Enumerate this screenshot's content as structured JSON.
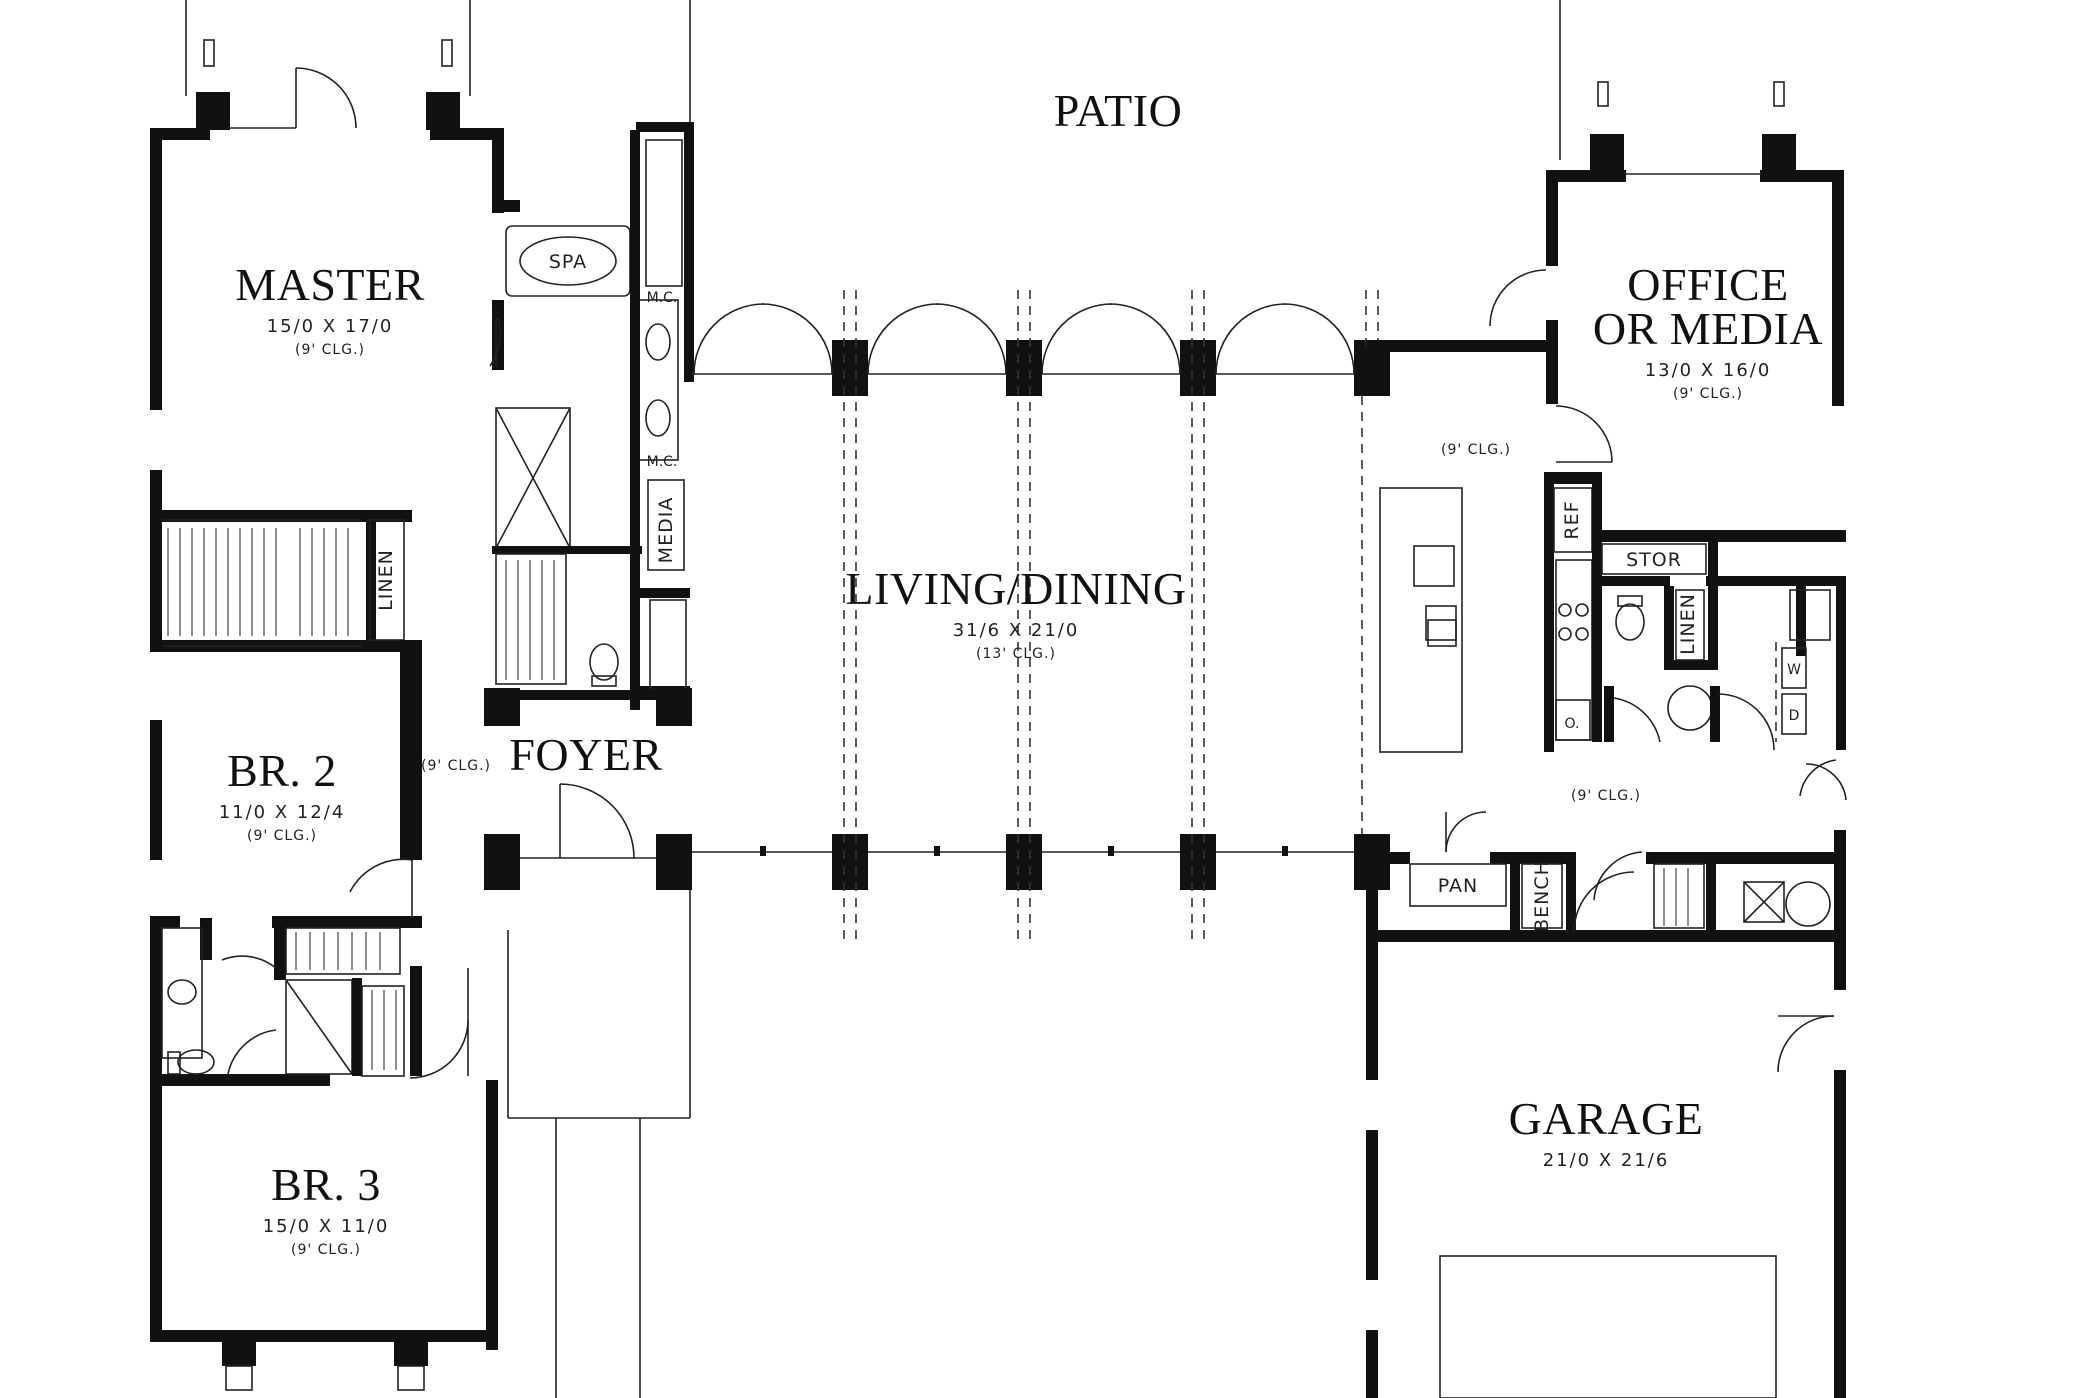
{
  "rooms": {
    "patio": {
      "name": "PATIO"
    },
    "master": {
      "name": "MASTER",
      "dimensions": "15/0 X 17/0",
      "ceiling": "(9' CLG.)"
    },
    "living_dining": {
      "name": "LIVING/DINING",
      "dimensions": "31/6 X 21/0",
      "ceiling": "(13' CLG.)"
    },
    "office": {
      "name_line1": "OFFICE",
      "name_line2": "OR MEDIA",
      "dimensions": "13/0 X 16/0",
      "ceiling": "(9' CLG.)"
    },
    "br2": {
      "name": "BR. 2",
      "dimensions": "11/0 X 12/4",
      "ceiling": "(9' CLG.)"
    },
    "br3": {
      "name": "BR. 3",
      "dimensions": "15/0 X 11/0",
      "ceiling": "(9' CLG.)"
    },
    "foyer": {
      "name": "FOYER"
    },
    "garage": {
      "name": "GARAGE",
      "dimensions": "21/0 X 21/6"
    }
  },
  "ceilings": {
    "hall": "(9' CLG.)",
    "kitchen": "(9' CLG.)",
    "mudroom": "(9' CLG.)"
  },
  "fixtures": {
    "spa": "SPA",
    "mc_upper": "M.C.",
    "mc_lower": "M.C.",
    "media": "MEDIA",
    "linen_hall": "LINEN",
    "linen_bath": "LINEN",
    "ref": "REF",
    "stor": "STOR",
    "pan": "PAN",
    "bench": "BENCH",
    "washer": "W",
    "dryer": "D",
    "oven": "O."
  }
}
